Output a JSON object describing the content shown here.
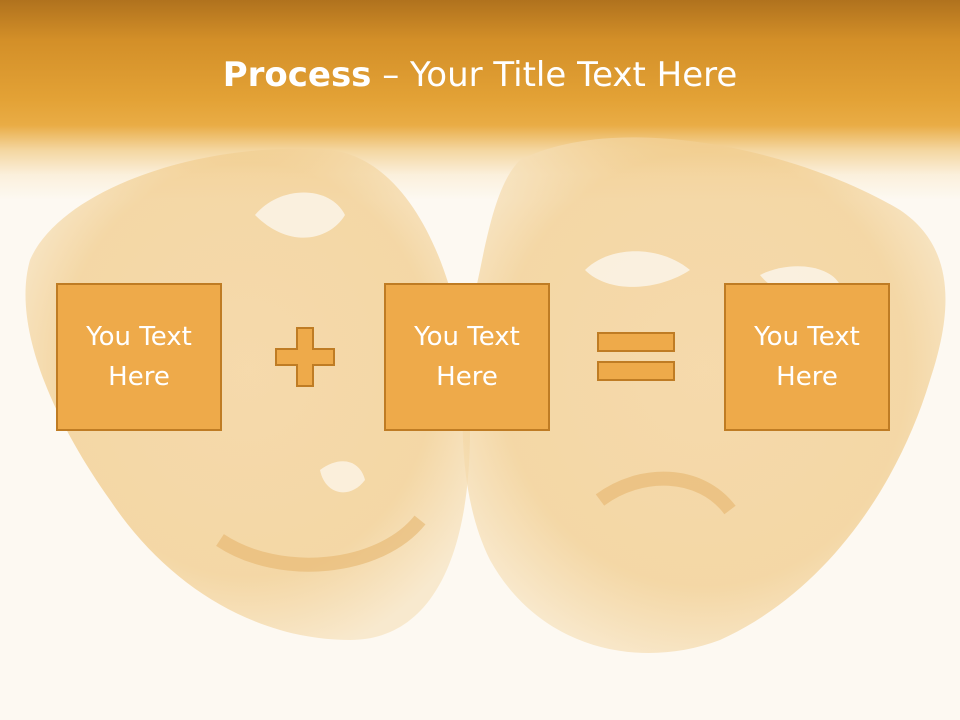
{
  "slide": {
    "title_bold": "Process",
    "title_rest": " – Your Title Text Here",
    "boxes": [
      {
        "text": "You Text Here"
      },
      {
        "text": "You Text Here"
      },
      {
        "text": "You Text Here"
      }
    ],
    "operators": [
      "plus-icon",
      "equals-icon"
    ]
  },
  "colors": {
    "header": "#e3a236",
    "box_fill": "#eeaa4a",
    "box_border": "#bf7c24",
    "background": "#fdf9f2"
  }
}
